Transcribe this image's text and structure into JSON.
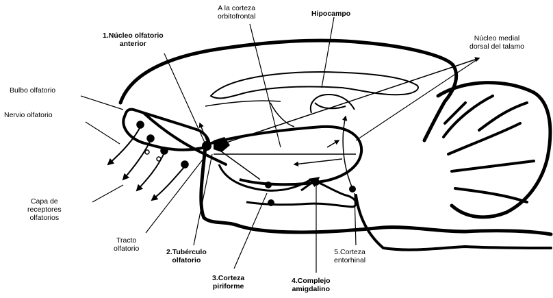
{
  "labels": {
    "orbitofrontal_line1": "A la corteza",
    "orbitofrontal_line2": "orbitofrontal",
    "hippocampus": "Hipocampo",
    "anterior_nucleus_line1": "1.Núcleo olfatorio",
    "anterior_nucleus_line2": "anterior",
    "thalamus_line1": "Núcleo medial",
    "thalamus_line2": "dorsal del talamo",
    "olfactory_bulb": "Bulbo olfatorio",
    "olfactory_nerve": "Nervio olfatorio",
    "receptor_layer_line1": "Capa de",
    "receptor_layer_line2": "receptores",
    "receptor_layer_line3": "olfatorios",
    "tract_line1": "Tracto",
    "tract_line2": "olfatorio",
    "tubercle_line1": "2.Tubérculo",
    "tubercle_line2": "olfatorio",
    "piriform_line1": "3.Corteza",
    "piriform_line2": "piriforme",
    "amygdala_line1": "4.Complejo",
    "amygdala_line2": "amigdalino",
    "entorhinal_line1": "5.Corteza",
    "entorhinal_line2": "entorhinal"
  }
}
